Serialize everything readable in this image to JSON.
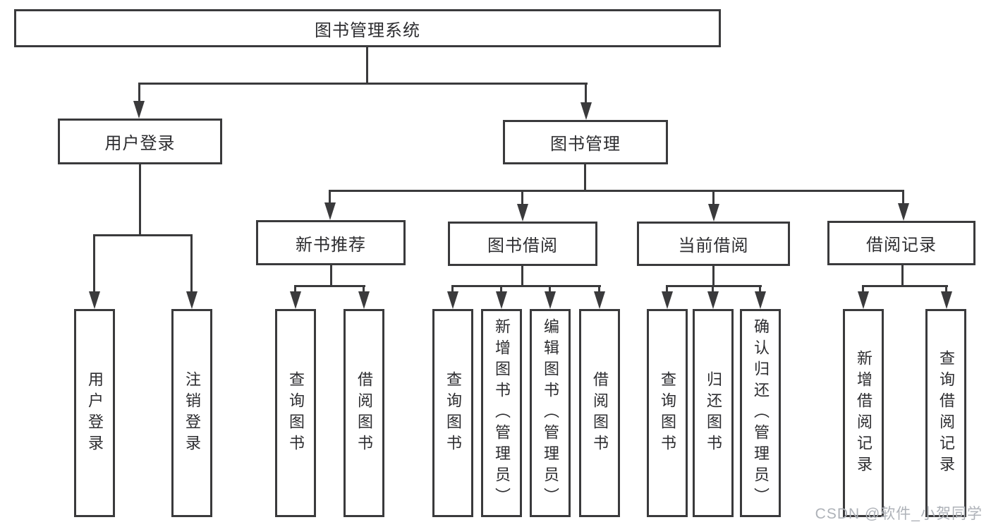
{
  "tree": {
    "label": "图书管理系统",
    "children": [
      {
        "label": "用户登录",
        "children": [
          {
            "label": "用户登录"
          },
          {
            "label": "注销登录"
          }
        ]
      },
      {
        "label": "图书管理",
        "children": [
          {
            "label": "新书推荐",
            "children": [
              {
                "label": "查询图书"
              },
              {
                "label": "借阅图书"
              }
            ]
          },
          {
            "label": "图书借阅",
            "children": [
              {
                "label": "查询图书"
              },
              {
                "label": "新增图书（管理员）"
              },
              {
                "label": "编辑图书（管理员）"
              },
              {
                "label": "借阅图书"
              }
            ]
          },
          {
            "label": "当前借阅",
            "children": [
              {
                "label": "查询图书"
              },
              {
                "label": "归还图书"
              },
              {
                "label": "确认归还（管理员）"
              }
            ]
          },
          {
            "label": "借阅记录",
            "children": [
              {
                "label": "新增借阅记录"
              },
              {
                "label": "查询借阅记录"
              }
            ]
          }
        ]
      }
    ]
  },
  "watermark": {
    "text": "CSDN @软件_小贺同学"
  },
  "colors": {
    "line": "#3a3a3c",
    "text": "#2d2d30",
    "background": "#ffffff",
    "watermark": "#aeb2b8"
  }
}
